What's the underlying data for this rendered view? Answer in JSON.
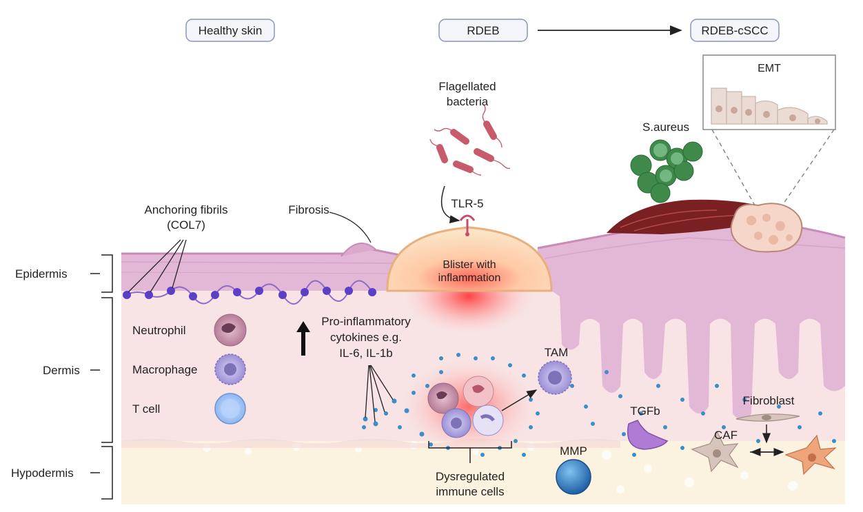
{
  "stages": {
    "healthy": "Healthy skin",
    "rdeb": "RDEB",
    "cscc": "RDEB-cSCC"
  },
  "layers": {
    "epidermis": "Epidermis",
    "dermis": "Dermis",
    "hypodermis": "Hypodermis"
  },
  "legend": {
    "neutrophil": "Neutrophil",
    "macrophage": "Macrophage",
    "tcell": "T cell"
  },
  "labels": {
    "anchoring_1": "Anchoring fibrils",
    "anchoring_2": "(COL7)",
    "fibrosis": "Fibrosis",
    "bacteria_1": "Flagellated",
    "bacteria_2": "bacteria",
    "tlr5": "TLR-5",
    "blister_1": "Blister with",
    "blister_2": "inflammation",
    "cytokines_1": "Pro-inflammatory",
    "cytokines_2": "cytokines e.g.",
    "cytokines_3": "IL-6, IL-1b",
    "tam": "TAM",
    "immune_1": "Dysregulated",
    "immune_2": "immune cells",
    "mmp": "MMP",
    "tgfb": "TGFb",
    "fibroblast": "Fibroblast",
    "caf": "CAF",
    "saureus": "S.aureus",
    "emt": "EMT"
  },
  "colors": {
    "epidermis": "#e3b7d6",
    "dermis": "#f8e4e4",
    "hypodermis": "#fbf3df",
    "col7": "#5b3fc4",
    "bacteria": "#c75a6b",
    "saureus": "#4a8f4a",
    "mmp": "#2c7bc0",
    "tgfb": "#a36bc8"
  }
}
